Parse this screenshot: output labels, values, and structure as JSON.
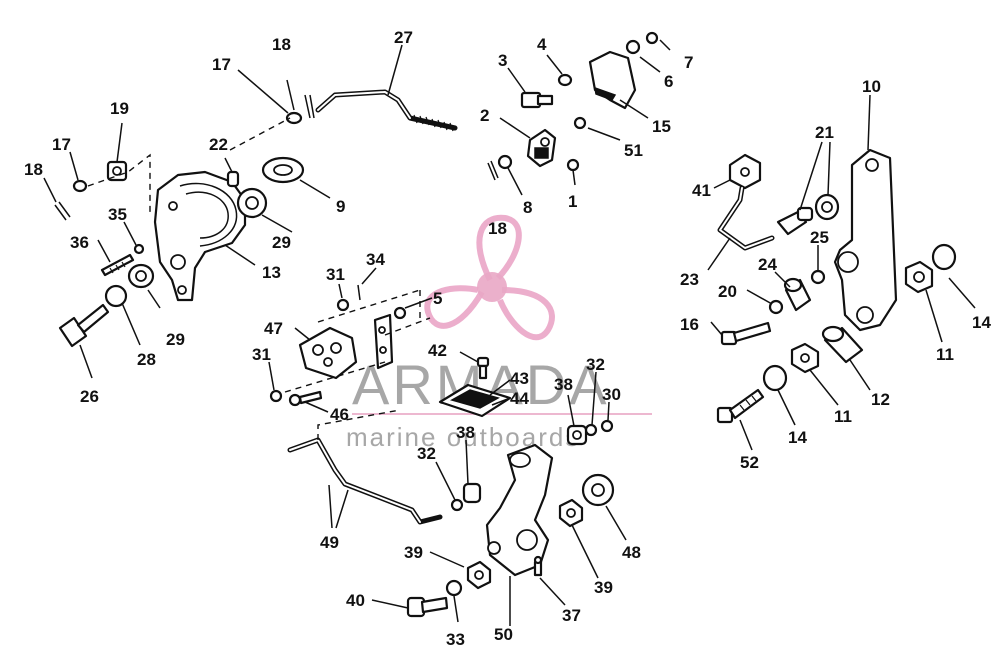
{
  "watermark": {
    "brand": "ARMADA",
    "tagline": "marine outboards",
    "accent_color": "#e48bb6"
  },
  "callouts": [
    {
      "id": "c1",
      "label": "1"
    },
    {
      "id": "c2",
      "label": "2"
    },
    {
      "id": "c3",
      "label": "3"
    },
    {
      "id": "c4",
      "label": "4"
    },
    {
      "id": "c5",
      "label": "5"
    },
    {
      "id": "c6",
      "label": "6"
    },
    {
      "id": "c7",
      "label": "7"
    },
    {
      "id": "c8",
      "label": "8"
    },
    {
      "id": "c9",
      "label": "9"
    },
    {
      "id": "c10",
      "label": "10"
    },
    {
      "id": "c11a",
      "label": "11"
    },
    {
      "id": "c11b",
      "label": "11"
    },
    {
      "id": "c12",
      "label": "12"
    },
    {
      "id": "c13",
      "label": "13"
    },
    {
      "id": "c14a",
      "label": "14"
    },
    {
      "id": "c14b",
      "label": "14"
    },
    {
      "id": "c15",
      "label": "15"
    },
    {
      "id": "c16",
      "label": "16"
    },
    {
      "id": "c17a",
      "label": "17"
    },
    {
      "id": "c17b",
      "label": "17"
    },
    {
      "id": "c18a",
      "label": "18"
    },
    {
      "id": "c18b",
      "label": "18"
    },
    {
      "id": "c18c",
      "label": "18"
    },
    {
      "id": "c19",
      "label": "19"
    },
    {
      "id": "c20",
      "label": "20"
    },
    {
      "id": "c21",
      "label": "21"
    },
    {
      "id": "c22",
      "label": "22"
    },
    {
      "id": "c23",
      "label": "23"
    },
    {
      "id": "c24",
      "label": "24"
    },
    {
      "id": "c25",
      "label": "25"
    },
    {
      "id": "c26",
      "label": "26"
    },
    {
      "id": "c27",
      "label": "27"
    },
    {
      "id": "c28",
      "label": "28"
    },
    {
      "id": "c29a",
      "label": "29"
    },
    {
      "id": "c29b",
      "label": "29"
    },
    {
      "id": "c30",
      "label": "30"
    },
    {
      "id": "c31a",
      "label": "31"
    },
    {
      "id": "c31b",
      "label": "31"
    },
    {
      "id": "c32a",
      "label": "32"
    },
    {
      "id": "c32b",
      "label": "32"
    },
    {
      "id": "c33",
      "label": "33"
    },
    {
      "id": "c34",
      "label": "34"
    },
    {
      "id": "c35",
      "label": "35"
    },
    {
      "id": "c36",
      "label": "36"
    },
    {
      "id": "c37",
      "label": "37"
    },
    {
      "id": "c38a",
      "label": "38"
    },
    {
      "id": "c38b",
      "label": "38"
    },
    {
      "id": "c39a",
      "label": "39"
    },
    {
      "id": "c39b",
      "label": "39"
    },
    {
      "id": "c40",
      "label": "40"
    },
    {
      "id": "c41",
      "label": "41"
    },
    {
      "id": "c42",
      "label": "42"
    },
    {
      "id": "c43",
      "label": "43"
    },
    {
      "id": "c44",
      "label": "44"
    },
    {
      "id": "c46",
      "label": "46"
    },
    {
      "id": "c47",
      "label": "47"
    },
    {
      "id": "c48",
      "label": "48"
    },
    {
      "id": "c49",
      "label": "49"
    },
    {
      "id": "c50",
      "label": "50"
    },
    {
      "id": "c51",
      "label": "51"
    },
    {
      "id": "c52",
      "label": "52"
    }
  ]
}
